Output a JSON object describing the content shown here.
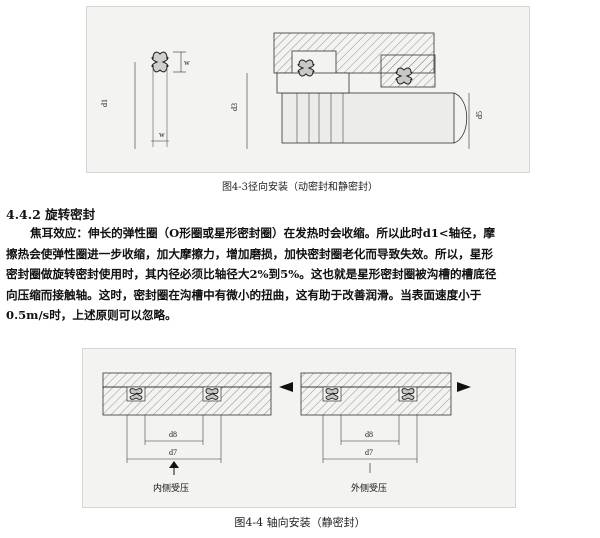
{
  "figure1": {
    "caption": "图4-3径向安装（动密封和静密封）",
    "labels": {
      "w_top": "w",
      "w_bottom": "w",
      "d1": "d1",
      "d3": "d3",
      "d5": "d5"
    }
  },
  "section": {
    "heading": "4.4.2 旋转密封",
    "lines": [
      "焦耳效应：伸长的弹性圈（O形圈或星形密封圈）在发热时会收缩。所以此时d1<轴径，摩",
      "擦热会使弹性圈进一步收缩，加大摩擦力，增加磨损，加快密封圈老化而导致失效。所以，星形",
      "密封圈做旋转密封使用时，其内径必须比轴径大2%到5%。这也就是星形密封圈被沟槽的槽底径",
      "向压缩而接触轴。这时，密封圈在沟槽中有微小的扭曲，这有助于改善润滑。当表面速度小于",
      "0.5m/s时，上述原则可以忽略。"
    ]
  },
  "figure2": {
    "caption": "图4-4  轴向安装（静密封）",
    "left": {
      "d8": "d8",
      "d7": "d7",
      "label": "内侧受压"
    },
    "right": {
      "d8": "d8",
      "d7": "d7",
      "label": "外侧受压"
    }
  }
}
